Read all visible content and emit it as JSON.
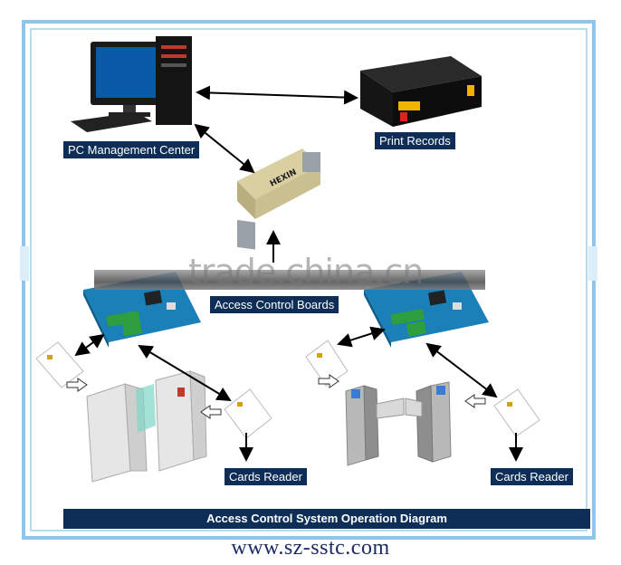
{
  "labels": {
    "pc": "PC Management Center",
    "print": "Print Records",
    "boards": "Access Control Boards",
    "reader_left": "Cards Reader",
    "reader_right": "Cards Reader"
  },
  "converter_text": "HEXIN",
  "footer_title": "Access Control System Operation Diagram",
  "website": "www.sz-sstc.com",
  "watermark": "trade.china.cn",
  "colors": {
    "label_bg": "#0e2e57",
    "frame": "#8ec6ea",
    "board": "#1b7fb8"
  }
}
